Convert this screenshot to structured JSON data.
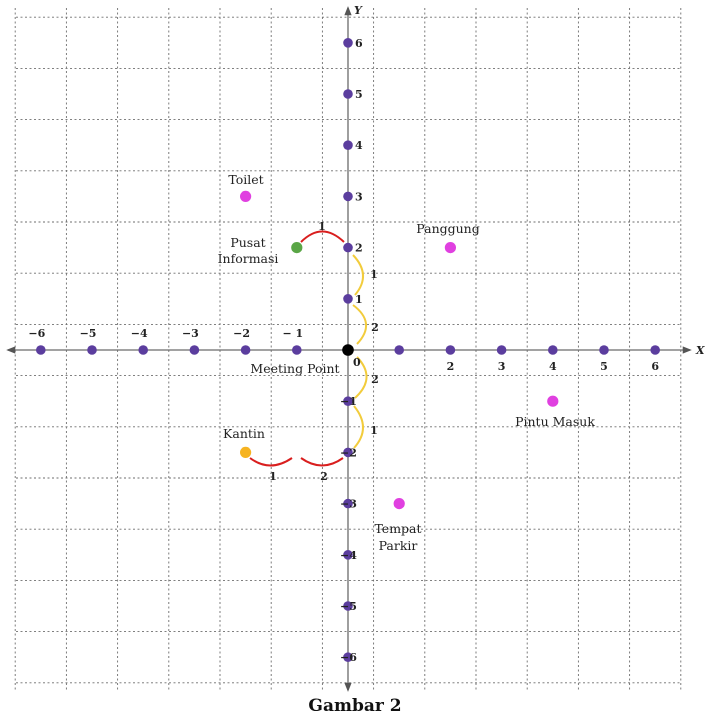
{
  "caption": "Gambar 2",
  "axes": {
    "x_name": "X",
    "y_name": "Y",
    "range": [
      -6,
      6
    ]
  },
  "x_ticks": [
    {
      "v": -6,
      "label": "−6"
    },
    {
      "v": -5,
      "label": "−5"
    },
    {
      "v": -4,
      "label": "−4"
    },
    {
      "v": -3,
      "label": "−3"
    },
    {
      "v": -2,
      "label": "−2"
    },
    {
      "v": -1,
      "label": "− 1"
    },
    {
      "v": 1,
      "label": ""
    },
    {
      "v": 2,
      "label": "2"
    },
    {
      "v": 3,
      "label": "3"
    },
    {
      "v": 4,
      "label": "4"
    },
    {
      "v": 5,
      "label": "5"
    },
    {
      "v": 6,
      "label": "6"
    }
  ],
  "y_ticks": [
    {
      "v": 6,
      "label": "6"
    },
    {
      "v": 5,
      "label": "5"
    },
    {
      "v": 4,
      "label": "4"
    },
    {
      "v": 3,
      "label": "3"
    },
    {
      "v": 2,
      "label": "2"
    },
    {
      "v": 1,
      "label": "1"
    },
    {
      "v": -1,
      "label": "−1"
    },
    {
      "v": -2,
      "label": "−2"
    },
    {
      "v": -3,
      "label": "−3"
    },
    {
      "v": -4,
      "label": "−4"
    },
    {
      "v": -5,
      "label": "−5"
    },
    {
      "v": -6,
      "label": "−6"
    }
  ],
  "origin_label": "0",
  "colors": {
    "tick_point": "#5b3d9e",
    "origin": "#000000",
    "magenta": "#e040e0",
    "green": "#5aa646",
    "orange": "#f6b321",
    "red_arc": "#d91e1e",
    "yellow_arc": "#f2cc3c"
  },
  "places": [
    {
      "name": "Toilet",
      "x": -2,
      "y": 3,
      "color": "#e040e0",
      "lines": [
        "Toilet"
      ]
    },
    {
      "name": "Pusat Informasi",
      "x": -1,
      "y": 2,
      "color": "#5aa646",
      "lines": [
        "Pusat",
        "Informasi"
      ]
    },
    {
      "name": "Panggung",
      "x": 2,
      "y": 2,
      "color": "#e040e0",
      "lines": [
        "Panggung"
      ]
    },
    {
      "name": "Meeting Point",
      "x": 0,
      "y": 0,
      "color": "#000000",
      "lines": [
        "Meeting Point"
      ]
    },
    {
      "name": "Pintu Masuk",
      "x": 4,
      "y": -1,
      "color": "#e040e0",
      "lines": [
        "Pintu Masuk"
      ]
    },
    {
      "name": "Kantin",
      "x": -2,
      "y": -2,
      "color": "#f6b321",
      "lines": [
        "Kantin"
      ]
    },
    {
      "name": "Tempat Parkir",
      "x": 1,
      "y": -3,
      "color": "#e040e0",
      "lines": [
        "Tempat",
        "Parkir"
      ]
    }
  ],
  "steps": [
    {
      "label": "1",
      "kind": "red"
    },
    {
      "label": "1",
      "kind": "yellow"
    },
    {
      "label": "2",
      "kind": "yellow"
    },
    {
      "label": "2",
      "kind": "yellow"
    },
    {
      "label": "1",
      "kind": "yellow"
    },
    {
      "label": "1",
      "kind": "red"
    },
    {
      "label": "2",
      "kind": "red"
    }
  ]
}
